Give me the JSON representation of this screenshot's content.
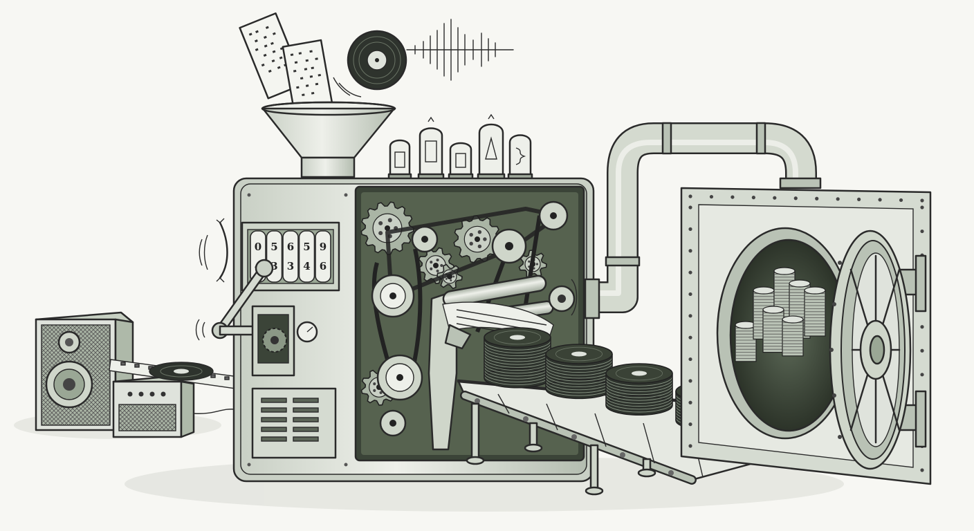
{
  "illustration": {
    "style": "pencil sketch with sage-green tint",
    "colors": {
      "paper": "#f7f7f3",
      "ink": "#2a2a2a",
      "metal": "#dfe3dc",
      "metal_shade": "#b9c2b5",
      "sage": "#9fb39a",
      "dark_interior": "#3b4438",
      "record": "#2e332d"
    },
    "counter": {
      "wheels": [
        {
          "top": "0",
          "bottom": "4"
        },
        {
          "top": "5",
          "bottom": "3"
        },
        {
          "top": "6",
          "bottom": "3"
        },
        {
          "top": "5",
          "bottom": "4"
        },
        {
          "top": "9",
          "bottom": "6"
        }
      ]
    },
    "icons": [
      "punch-card-icon",
      "vinyl-record-icon",
      "sound-wave-icon",
      "vacuum-tube-icon",
      "gear-icon",
      "speaker-icon",
      "amplifier-icon",
      "vault-door-icon"
    ]
  }
}
